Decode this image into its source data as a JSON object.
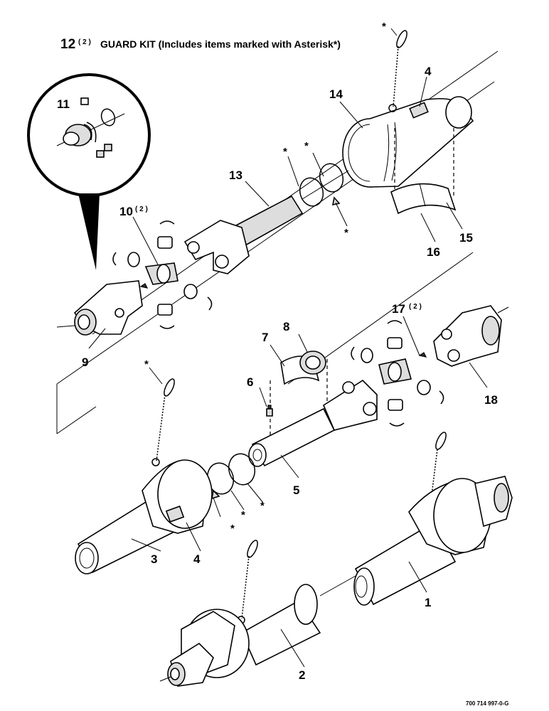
{
  "title": {
    "kit_number": "12",
    "kit_qty": "( 2 )",
    "text": "GUARD KIT (Includes items marked with Asterisk*)"
  },
  "callouts": {
    "c1": "1",
    "c2": "2",
    "c3": "3",
    "c4a": "4",
    "c4b": "4",
    "c5": "5",
    "c6": "6",
    "c7": "7",
    "c8": "8",
    "c9": "9",
    "c10": "10",
    "c10_qty": "( 2 )",
    "c11": "11",
    "c13": "13",
    "c14": "14",
    "c15": "15",
    "c16": "16",
    "c17": "17",
    "c17_qty": "( 2 )",
    "c18": "18"
  },
  "asterisk": "*",
  "part_number": "700 714 997-0-G"
}
